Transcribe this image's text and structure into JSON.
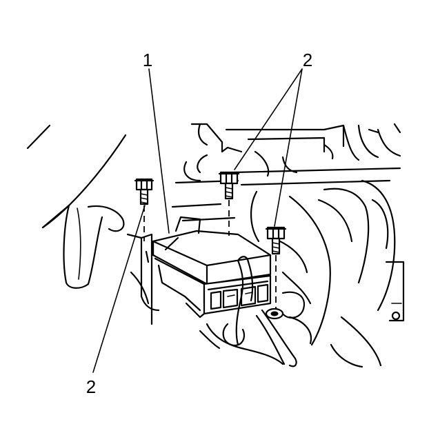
{
  "callouts": [
    {
      "id": "label-1",
      "text": "1"
    },
    {
      "id": "label-2-top",
      "text": "2"
    },
    {
      "id": "label-2-bottom",
      "text": "2"
    }
  ],
  "colors": {
    "line": "#000000",
    "background": "#ffffff"
  }
}
